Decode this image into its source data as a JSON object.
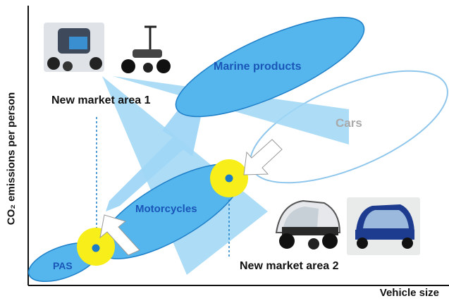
{
  "axes": {
    "y_label": "CO₂ emissions per person",
    "x_label": "Vehicle size"
  },
  "labels": {
    "marine_products": "Marine products",
    "cars": "Cars",
    "motorcycles": "Motorcycles",
    "pas": "PAS",
    "new_market_area_1": "New market area 1",
    "new_market_area_2": "New market area 2"
  },
  "colors": {
    "ellipse_fill": "#54b6ec",
    "ellipse_stroke": "#1f7fc8",
    "label_blue": "#1a56b8",
    "arrow_fill": "#9fd6f5",
    "highlight": "#f7ee1a",
    "dot": "#1a7cc8",
    "cars_outline": "#8fc6ec",
    "cars_text": "#a9a9a9",
    "axis": "#111111"
  },
  "images": {
    "top_left": [
      "four-wheel-mobility-vehicle-icon",
      "standing-scooter-vehicle-icon"
    ],
    "bottom_right": [
      "compact-ev-car-icon",
      "small-electric-car-icon"
    ]
  }
}
